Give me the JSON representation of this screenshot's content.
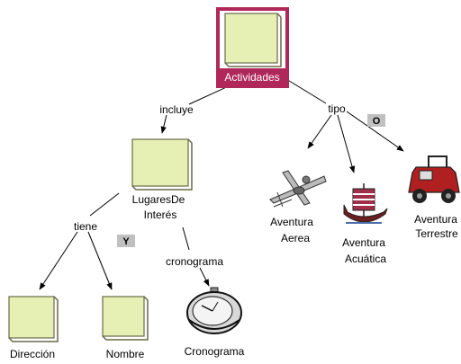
{
  "nodes": {
    "root": {
      "label": "Actividades"
    },
    "lugares": {
      "line1": "LugaresDe",
      "line2": "Interés"
    },
    "direccion": {
      "label": "Dirección"
    },
    "nombre": {
      "label": "Nombre"
    },
    "cronograma": {
      "label": "Cronograma"
    },
    "aerea": {
      "line1": "Aventura",
      "line2": "Aerea"
    },
    "acuatica": {
      "line1": "Aventura",
      "line2": "Acuática"
    },
    "terrestre": {
      "line1": "Aventura",
      "line2": "Terrestre"
    }
  },
  "edges": {
    "incluye": "incluye",
    "tipo": "tipo",
    "tiene": "tiene",
    "cronograma": "cronograma"
  },
  "badges": {
    "o": "O",
    "y": "Y"
  },
  "colors": {
    "note_fill": "#e6f0b4",
    "note_border": "#6a6a4a",
    "selection": "#b0285a",
    "badge_fill": "#c0c0c0",
    "line": "#000000"
  },
  "icons": {
    "aerea": "airplane-icon",
    "acuatica": "viking-ship-icon",
    "terrestre": "jeep-icon",
    "cronograma": "stopwatch-icon"
  }
}
